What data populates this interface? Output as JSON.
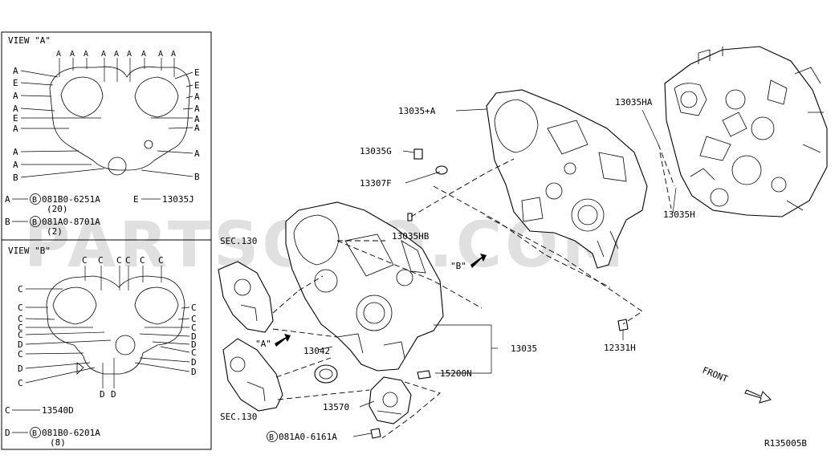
{
  "view_a": {
    "title": "VIEW \"A\"",
    "top_letters": [
      "A",
      "A",
      "A",
      "A",
      "A",
      "A",
      "A",
      "A",
      "A"
    ],
    "left_letters": [
      "A",
      "E",
      "A",
      "A",
      "E",
      "A",
      "A",
      "A",
      "B"
    ],
    "right_letters": [
      "E",
      "E",
      "A",
      "A",
      "A",
      "A",
      "A",
      "B"
    ],
    "legend": [
      {
        "key": "A",
        "code": "081B0-6251A",
        "qty": "(20)",
        "extra_key": "E",
        "extra_part": "13035J"
      },
      {
        "key": "B",
        "code": "081A0-8701A",
        "qty": "(2)"
      }
    ]
  },
  "view_b": {
    "title": "VIEW \"B\"",
    "top_letters": [
      "C",
      "C",
      "C",
      "C",
      "C",
      "C"
    ],
    "left_letters": [
      "C",
      "C",
      "C",
      "C",
      "C",
      "D",
      "C",
      "D",
      "C"
    ],
    "right_letters": [
      "C",
      "C",
      "C",
      "D",
      "D",
      "C",
      "D",
      "D"
    ],
    "bottom_letters": [
      "D",
      "D"
    ],
    "legend": [
      {
        "key": "C",
        "part": "13540D"
      },
      {
        "key": "D",
        "code": "081B0-6201A",
        "qty": "(8)"
      }
    ]
  },
  "bolt_symbol": "B",
  "labels": {
    "p13035a": "13035+A",
    "p13035g": "13035G",
    "p13307f": "13307F",
    "p13035hb": "13035HB",
    "p13035ha": "13035HA",
    "p13035h": "13035H",
    "sec130_top": "SEC.130",
    "sec130_bottom": "SEC.130",
    "view_b_arrow": "\"B\"",
    "view_a_arrow": "\"A\"",
    "p13042": "13042",
    "p13035": "13035",
    "p15200n": "15200N",
    "p12331h": "12331H",
    "p13570": "13570",
    "bolt_081a0_6161a": "081A0-6161A",
    "front": "FRONT",
    "diagram_id": "R135005B"
  },
  "watermark": "PARTSOUQ.COM"
}
